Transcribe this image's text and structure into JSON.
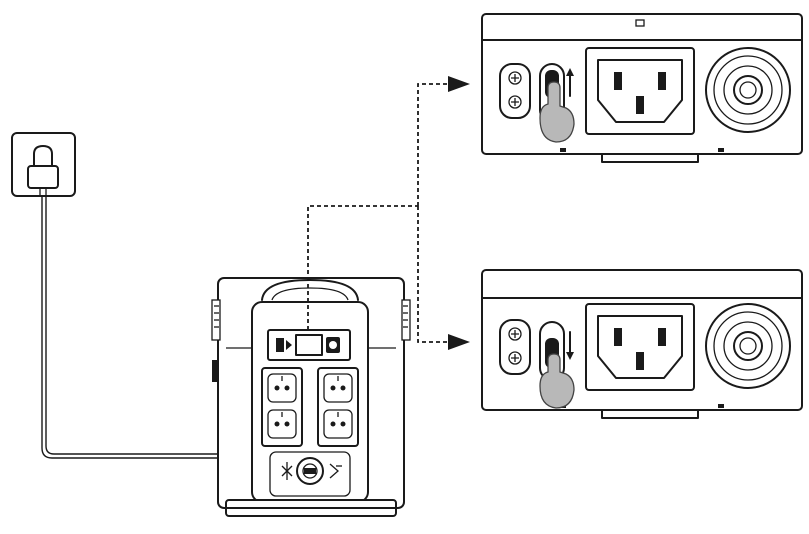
{
  "icons": {
    "wall_outlet": "wall-outlet-icon",
    "plug": "plug-icon",
    "switch_up_arrow": "arrow-up-icon",
    "switch_down_arrow": "arrow-down-icon",
    "hand": "hand-icon"
  },
  "switch_states": [
    {
      "panel": "top",
      "switch_position": "up"
    },
    {
      "panel": "bottom",
      "switch_position": "down"
    }
  ],
  "colors": {
    "line": "#1a1a1a",
    "background": "#ffffff",
    "hand": "#b8b8b8"
  }
}
